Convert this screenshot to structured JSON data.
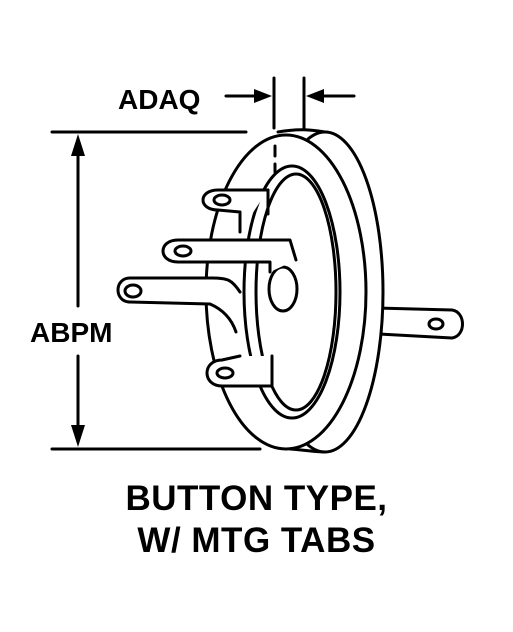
{
  "dimensions": {
    "thickness_label": "ADAQ",
    "height_label": "ABPM"
  },
  "caption": {
    "line1": "BUTTON TYPE,",
    "line2": "W/ MTG TABS"
  },
  "colors": {
    "ink": "#000000",
    "paper": "#ffffff"
  }
}
